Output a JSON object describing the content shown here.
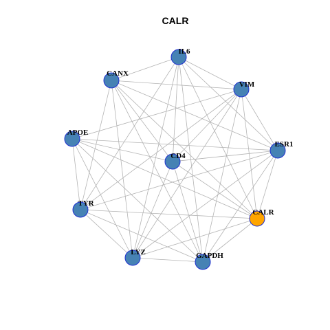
{
  "title": "CALR",
  "colors": {
    "node_default": "#4682B4",
    "node_highlight": "#FFA500",
    "node_border": "#1f2fd0",
    "edge": "#b3b3b3"
  },
  "network": {
    "type": "network",
    "highlight": "CALR",
    "nodes": [
      {
        "id": "IL6"
      },
      {
        "id": "CANX"
      },
      {
        "id": "VIM"
      },
      {
        "id": "APOE"
      },
      {
        "id": "ESR1"
      },
      {
        "id": "CD4"
      },
      {
        "id": "TYR"
      },
      {
        "id": "CALR"
      },
      {
        "id": "LYZ"
      },
      {
        "id": "GAPDH"
      }
    ],
    "edges": [
      [
        "IL6",
        "CANX"
      ],
      [
        "IL6",
        "VIM"
      ],
      [
        "IL6",
        "ESR1"
      ],
      [
        "IL6",
        "CD4"
      ],
      [
        "IL6",
        "TYR"
      ],
      [
        "IL6",
        "CALR"
      ],
      [
        "IL6",
        "LYZ"
      ],
      [
        "IL6",
        "GAPDH"
      ],
      [
        "CANX",
        "VIM"
      ],
      [
        "CANX",
        "CD4"
      ],
      [
        "CANX",
        "TYR"
      ],
      [
        "CANX",
        "CALR"
      ],
      [
        "CANX",
        "LYZ"
      ],
      [
        "CANX",
        "GAPDH"
      ],
      [
        "CANX",
        "ESR1"
      ],
      [
        "VIM",
        "APOE"
      ],
      [
        "VIM",
        "ESR1"
      ],
      [
        "VIM",
        "CD4"
      ],
      [
        "VIM",
        "TYR"
      ],
      [
        "VIM",
        "CALR"
      ],
      [
        "VIM",
        "LYZ"
      ],
      [
        "VIM",
        "GAPDH"
      ],
      [
        "APOE",
        "CD4"
      ],
      [
        "APOE",
        "ESR1"
      ],
      [
        "APOE",
        "TYR"
      ],
      [
        "APOE",
        "CALR"
      ],
      [
        "APOE",
        "LYZ"
      ],
      [
        "APOE",
        "GAPDH"
      ],
      [
        "ESR1",
        "CD4"
      ],
      [
        "ESR1",
        "CALR"
      ],
      [
        "ESR1",
        "LYZ"
      ],
      [
        "ESR1",
        "GAPDH"
      ],
      [
        "ESR1",
        "TYR"
      ],
      [
        "CD4",
        "CALR"
      ],
      [
        "CD4",
        "LYZ"
      ],
      [
        "CD4",
        "GAPDH"
      ],
      [
        "TYR",
        "CALR"
      ],
      [
        "TYR",
        "LYZ"
      ],
      [
        "TYR",
        "GAPDH"
      ],
      [
        "CALR",
        "LYZ"
      ],
      [
        "CALR",
        "GAPDH"
      ],
      [
        "LYZ",
        "GAPDH"
      ]
    ]
  }
}
